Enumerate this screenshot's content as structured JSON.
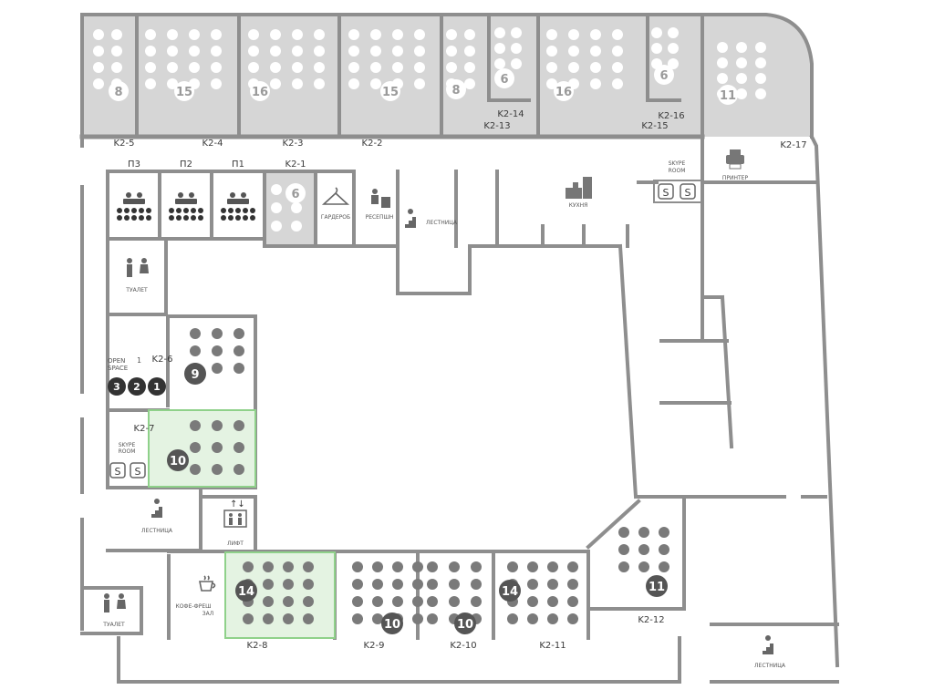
{
  "colors": {
    "wall": "#8e8e8e",
    "office_fill": "#d6d6d6",
    "highlight_fill": "#e4f3e2",
    "highlight_stroke": "#8fd18a",
    "seat": "#ffffff",
    "seat_plain": "#7a7a7a",
    "label": "#3a3a3a"
  },
  "offices_top": [
    {
      "id": "K2-5",
      "capacity": "8"
    },
    {
      "id": "K2-4",
      "capacity": "15"
    },
    {
      "id": "K2-3",
      "capacity": "16"
    },
    {
      "id": "K2-2",
      "capacity": "15"
    },
    {
      "id": "",
      "capacity": "8"
    },
    {
      "id": "K2-14",
      "capacity": "6"
    },
    {
      "id": "K2-13",
      "capacity": ""
    },
    {
      "id": "",
      "capacity": "16"
    },
    {
      "id": "K2-16",
      "capacity": "6"
    },
    {
      "id": "K2-15",
      "capacity": ""
    },
    {
      "id": "K2-17",
      "capacity": "11"
    }
  ],
  "offices_inner": [
    {
      "id": "K2-1",
      "capacity": "6"
    },
    {
      "id": "K2-6",
      "capacity": "9"
    },
    {
      "id": "K2-7",
      "capacity": "10",
      "available": true
    },
    {
      "id": "K2-8",
      "capacity": "14",
      "available": true
    },
    {
      "id": "K2-9",
      "capacity": "10"
    },
    {
      "id": "K2-10",
      "capacity": "10"
    },
    {
      "id": "K2-11",
      "capacity": "14"
    },
    {
      "id": "K2-12",
      "capacity": "11"
    }
  ],
  "meeting_rooms": [
    "П3",
    "П2",
    "П1"
  ],
  "open_space": {
    "label_line1": "OPEN",
    "label_line2": "SPACE",
    "superscript": "1",
    "desks": [
      "3",
      "2",
      "1"
    ]
  },
  "amenities": {
    "wardrobe": "ГАРДЕРОБ",
    "reception": "РЕСЕПШН",
    "stairs": "ЛЕСТНИЦА",
    "kitchen": "КУХНЯ",
    "skype_room_line1": "SKYPE",
    "skype_room_line2": "ROOM",
    "printer": "ПРИНТЕР",
    "toilet": "ТУАЛЕТ",
    "lift": "ЛИФТ",
    "cafe_line1": "КОФЕ-ФРЕШ",
    "cafe_line2": "ЗАЛ"
  },
  "icons": [
    "meeting-table-icon",
    "hanger-icon",
    "reception-desk-icon",
    "stairs-icon",
    "kitchen-icon",
    "skype-icon",
    "printer-icon",
    "toilet-icon",
    "lift-icon",
    "coffee-cup-icon"
  ]
}
